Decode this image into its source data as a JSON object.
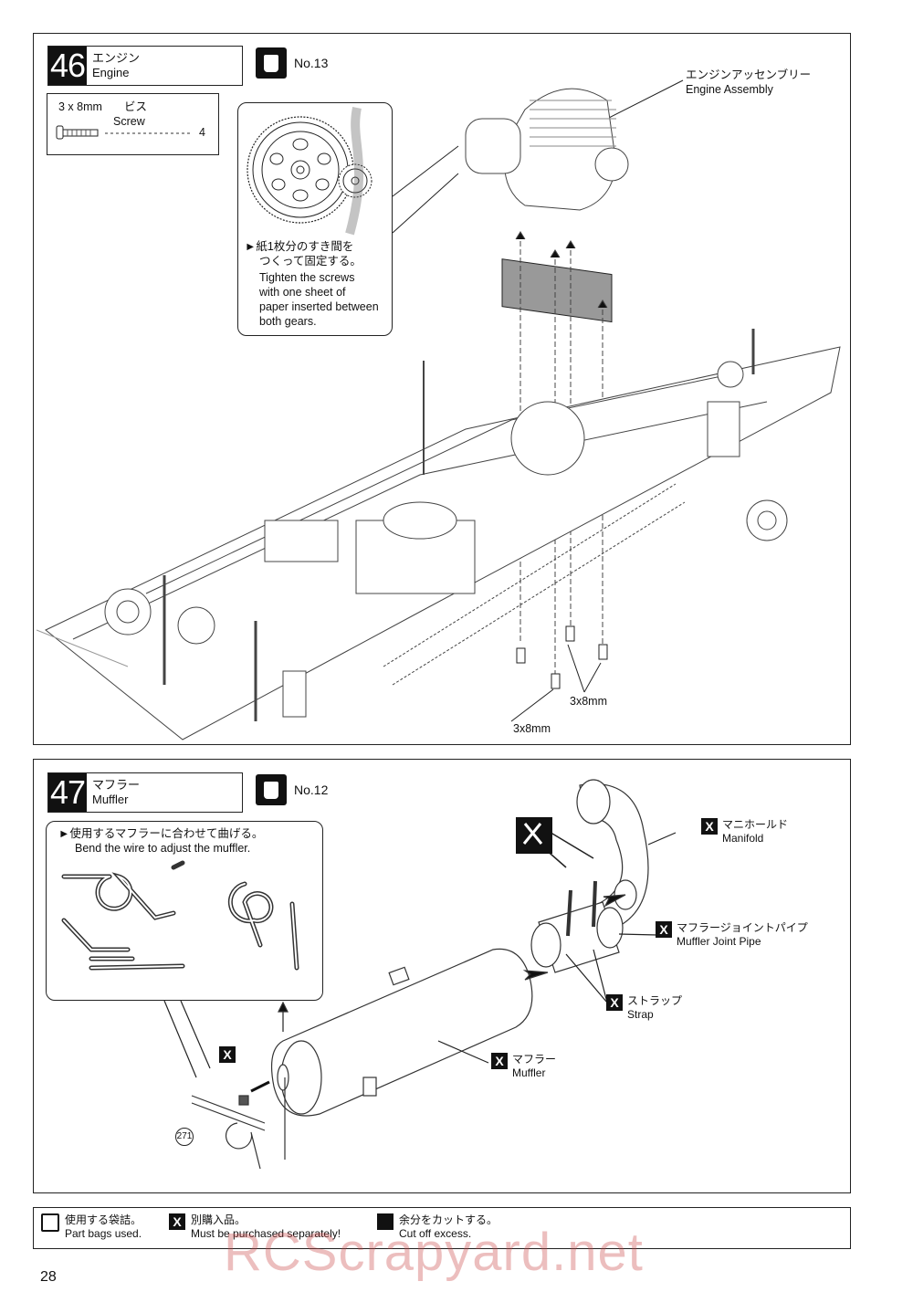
{
  "step46": {
    "number": "46",
    "title_jp": "エンジン",
    "title_en": "Engine",
    "bag_no": "No.13",
    "parts_box": {
      "size": "3 x 8mm",
      "name_jp": "ビス",
      "name_en": "Screw",
      "qty": "4"
    },
    "callout_jp_1": "►紙1枚分のすき間を",
    "callout_jp_2": "つくって固定する。",
    "callout_en_1": "Tighten the screws",
    "callout_en_2": "with one sheet of",
    "callout_en_3": "paper inserted between",
    "callout_en_4": "both gears.",
    "engine_label_jp": "エンジンアッセンブリー",
    "engine_label_en": "Engine Assembly",
    "screw_label_1": "3x8mm",
    "screw_label_2": "3x8mm"
  },
  "step47": {
    "number": "47",
    "title_jp": "マフラー",
    "title_en": "Muffler",
    "bag_no": "No.12",
    "callout_jp": "►使用するマフラーに合わせて曲げる。",
    "callout_en": "Bend the wire to adjust the muffler.",
    "manifold_jp": "マニホールド",
    "manifold_en": "Manifold",
    "joint_jp": "マフラージョイントパイプ",
    "joint_en": "Muffler Joint Pipe",
    "strap_jp": "ストラップ",
    "strap_en": "Strap",
    "muffler_jp": "マフラー",
    "muffler_en": "Muffler",
    "part_no": "271",
    "x_mark": "X"
  },
  "legend": {
    "bag_jp": "使用する袋詰。",
    "bag_en": "Part bags used.",
    "sep_jp": "別購入品。",
    "sep_en": "Must be purchased separately!",
    "cut_jp": "余分をカットする。",
    "cut_en": "Cut off excess."
  },
  "page_number": "28",
  "watermark": "RCScrapyard.net"
}
